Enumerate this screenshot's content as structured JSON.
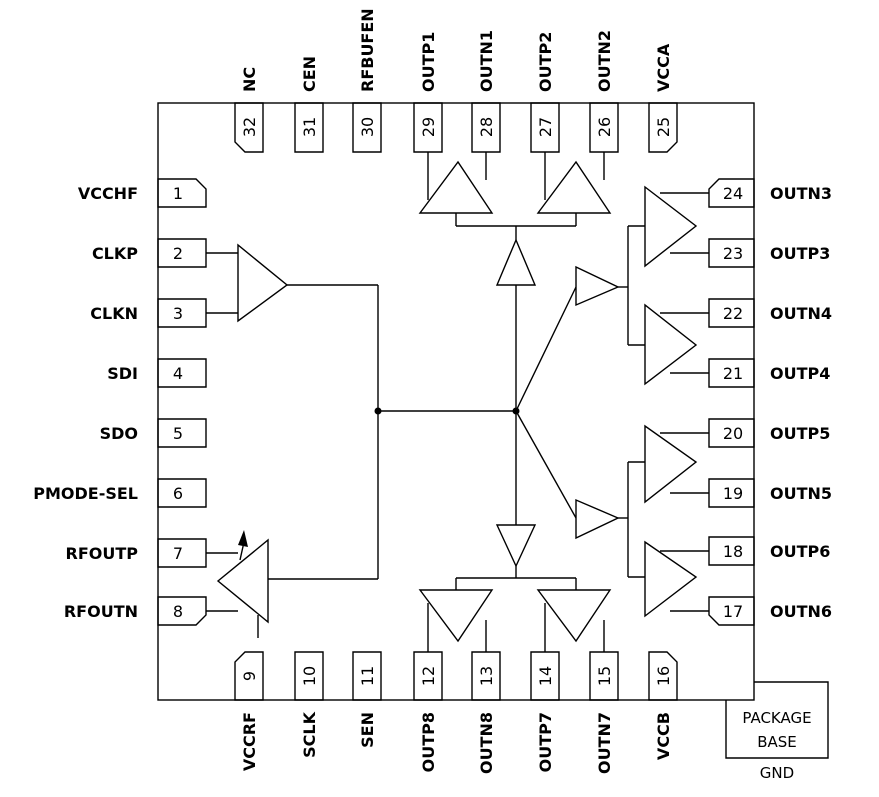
{
  "pins": {
    "left": [
      {
        "num": "1",
        "name": "VCCHF"
      },
      {
        "num": "2",
        "name": "CLKP"
      },
      {
        "num": "3",
        "name": "CLKN"
      },
      {
        "num": "4",
        "name": "SDI"
      },
      {
        "num": "5",
        "name": "SDO"
      },
      {
        "num": "6",
        "name": "PMODE-SEL"
      },
      {
        "num": "7",
        "name": "RFOUTP"
      },
      {
        "num": "8",
        "name": "RFOUTN"
      }
    ],
    "bottom": [
      {
        "num": "9",
        "name": "VCCRF"
      },
      {
        "num": "10",
        "name": "SCLK"
      },
      {
        "num": "11",
        "name": "SEN"
      },
      {
        "num": "12",
        "name": "OUTP8"
      },
      {
        "num": "13",
        "name": "OUTN8"
      },
      {
        "num": "14",
        "name": "OUTP7"
      },
      {
        "num": "15",
        "name": "OUTN7"
      },
      {
        "num": "16",
        "name": "VCCB"
      }
    ],
    "right": [
      {
        "num": "24",
        "name": "OUTN3"
      },
      {
        "num": "23",
        "name": "OUTP3"
      },
      {
        "num": "22",
        "name": "OUTN4"
      },
      {
        "num": "21",
        "name": "OUTP4"
      },
      {
        "num": "20",
        "name": "OUTP5"
      },
      {
        "num": "19",
        "name": "OUTN5"
      },
      {
        "num": "18",
        "name": "OUTP6"
      },
      {
        "num": "17",
        "name": "OUTN6"
      }
    ],
    "top": [
      {
        "num": "32",
        "name": "NC"
      },
      {
        "num": "31",
        "name": "CEN"
      },
      {
        "num": "30",
        "name": "RFBUFEN"
      },
      {
        "num": "29",
        "name": "OUTP1"
      },
      {
        "num": "28",
        "name": "OUTN1"
      },
      {
        "num": "27",
        "name": "OUTP2"
      },
      {
        "num": "26",
        "name": "OUTN2"
      },
      {
        "num": "25",
        "name": "VCCA"
      }
    ]
  },
  "package": {
    "line1": "PACKAGE",
    "line2": "BASE",
    "ground": "GND"
  }
}
